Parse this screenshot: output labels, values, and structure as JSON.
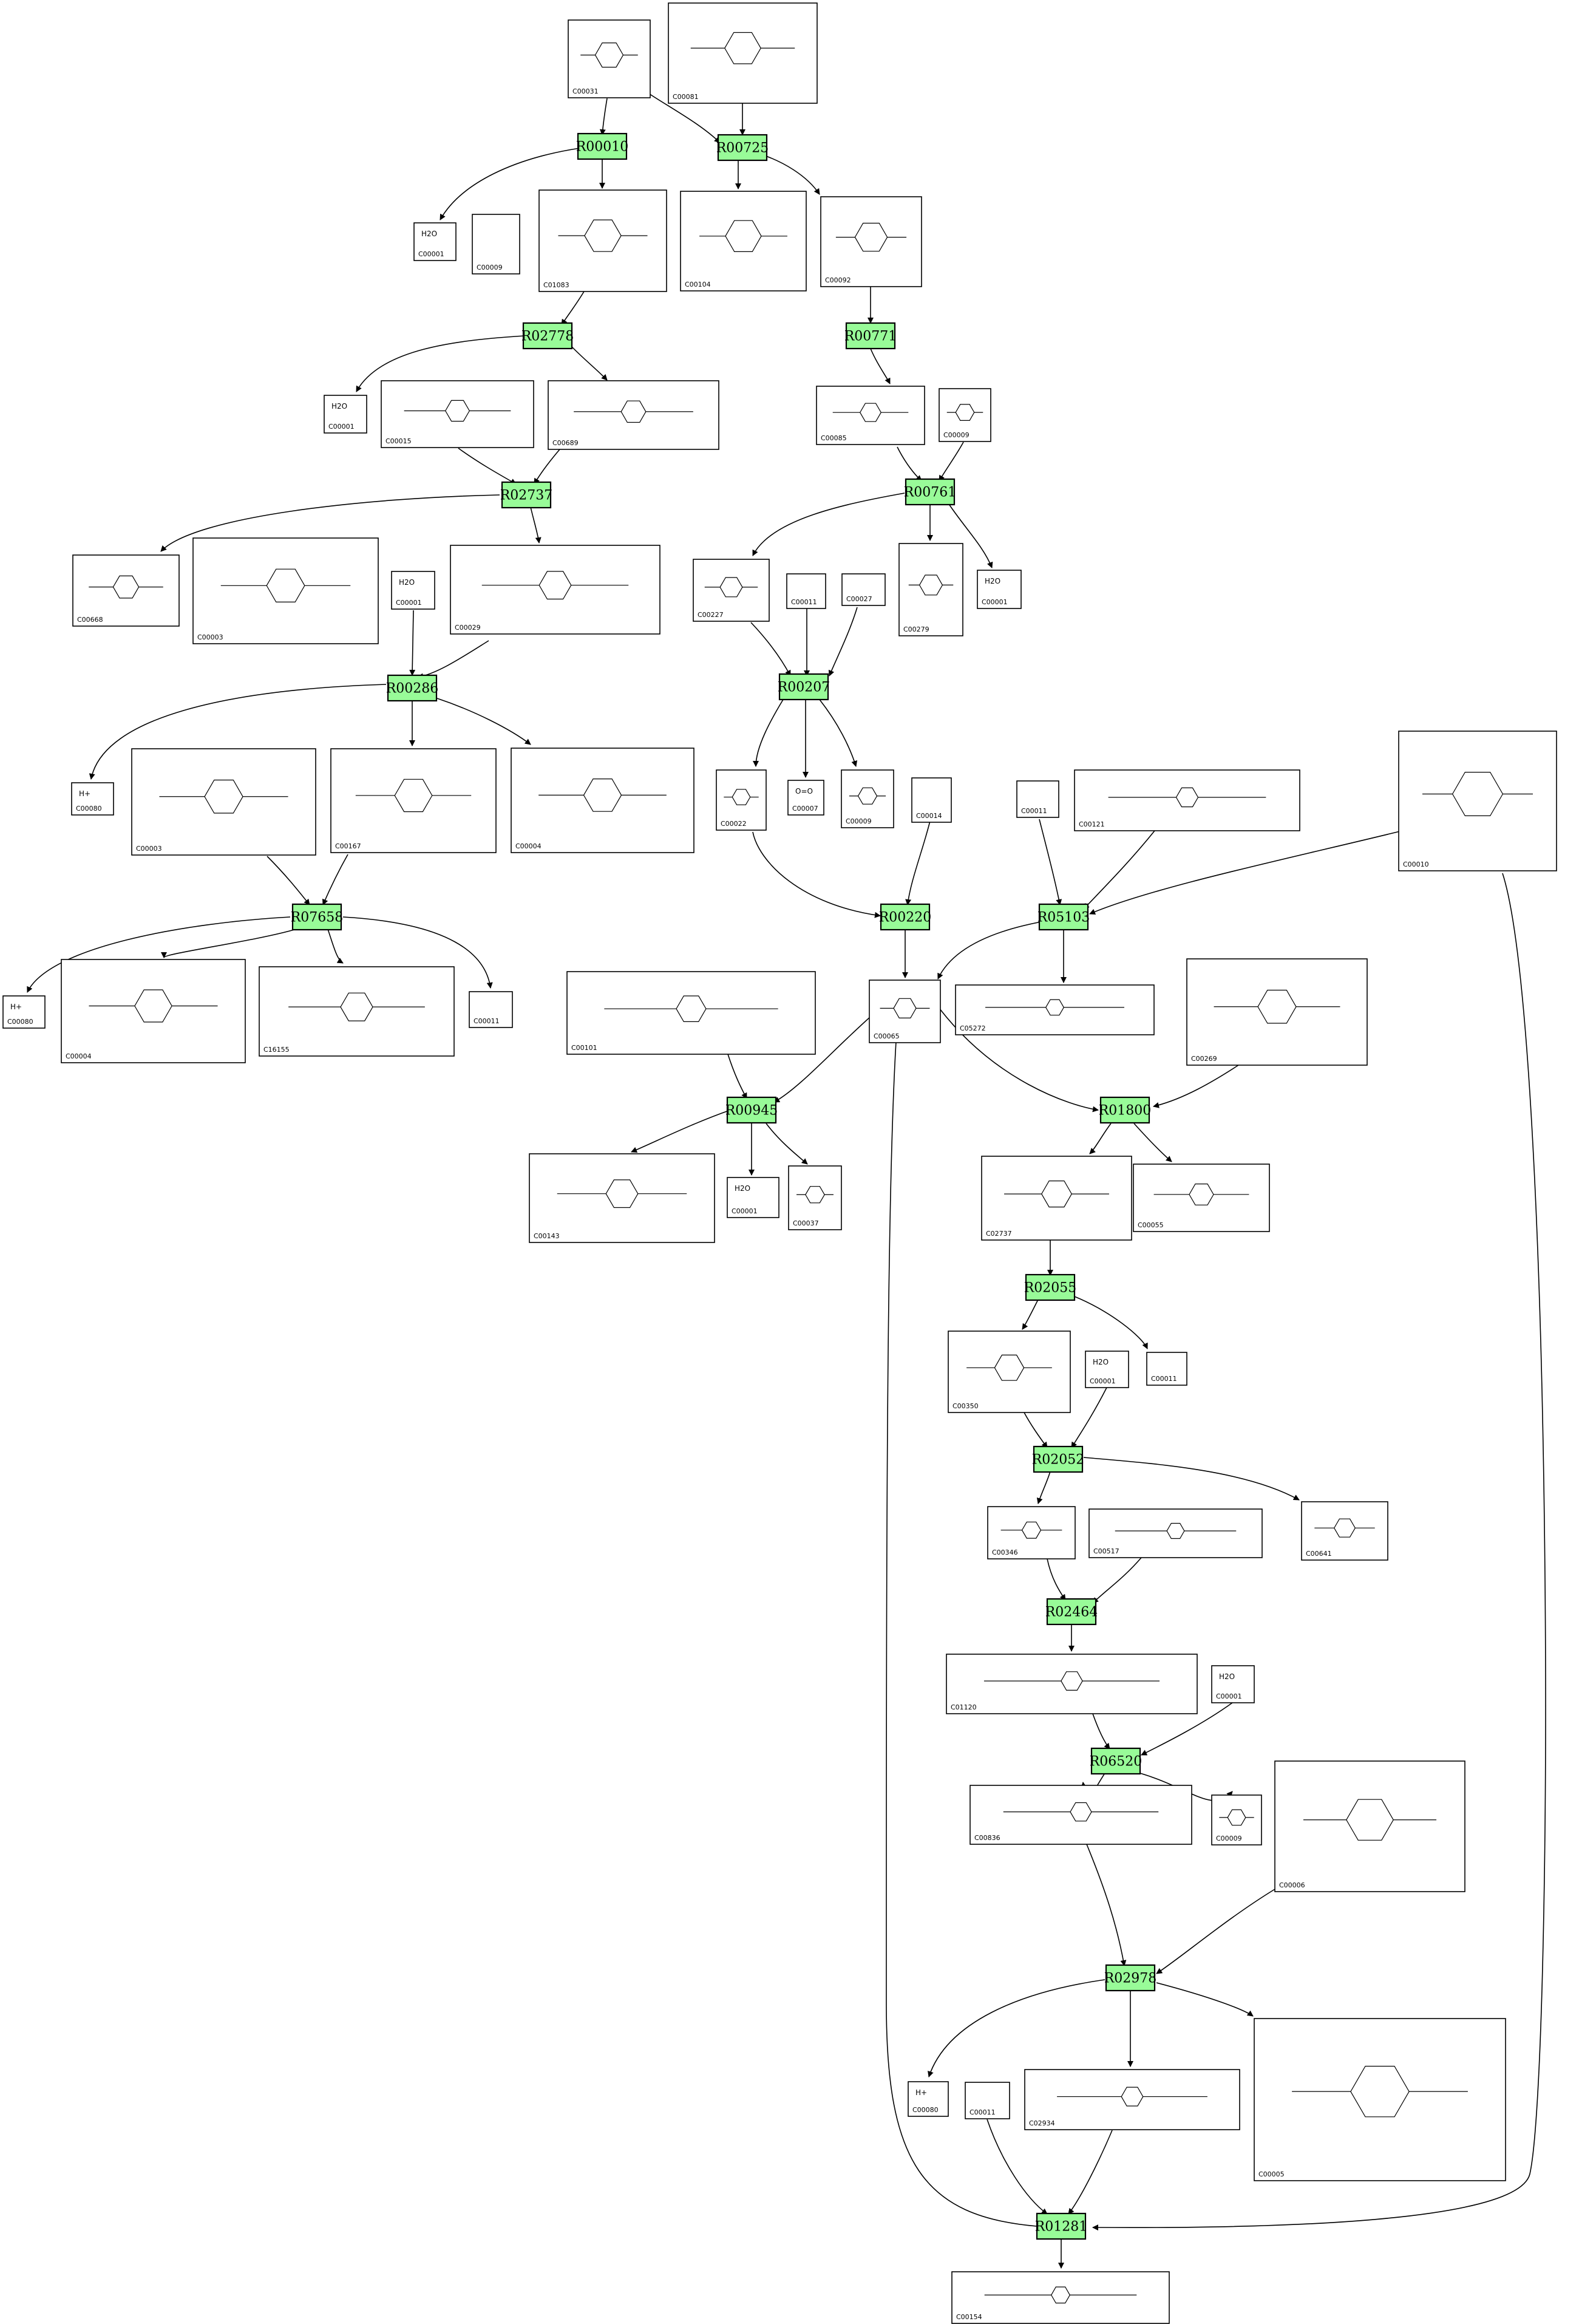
{
  "reactions": [
    {
      "id": "R00010",
      "color": "#98fb98"
    },
    {
      "id": "R00725",
      "color": "#98fb98"
    },
    {
      "id": "R02778",
      "color": "#98fb98"
    },
    {
      "id": "R00771",
      "color": "#98fb98"
    },
    {
      "id": "R02737",
      "color": "#98fb98"
    },
    {
      "id": "R00761",
      "color": "#98fb98"
    },
    {
      "id": "R00286",
      "color": "#98fb98"
    },
    {
      "id": "R00207",
      "color": "#98fb98"
    },
    {
      "id": "R00220",
      "color": "#98fb98"
    },
    {
      "id": "R05103",
      "color": "#add8e6"
    },
    {
      "id": "R07658",
      "color": "#98fb98"
    },
    {
      "id": "R00945",
      "color": "#98fb98"
    },
    {
      "id": "R01800",
      "color": "#98fb98"
    },
    {
      "id": "R02055",
      "color": "#98fb98"
    },
    {
      "id": "R02052",
      "color": "#98fb98"
    },
    {
      "id": "R02464",
      "color": "#98fb98"
    },
    {
      "id": "R06520",
      "color": "#98fb98"
    },
    {
      "id": "R02978",
      "color": "#98fb98"
    },
    {
      "id": "R01281",
      "color": "#98fb98"
    }
  ],
  "compounds": [
    {
      "id": "C00031"
    },
    {
      "id": "C00081"
    },
    {
      "id": "C00001",
      "name": "H2O"
    },
    {
      "id": "C00009"
    },
    {
      "id": "C01083"
    },
    {
      "id": "C00104"
    },
    {
      "id": "C00092"
    },
    {
      "id": "C00001",
      "name": "H2O"
    },
    {
      "id": "C00015"
    },
    {
      "id": "C00689"
    },
    {
      "id": "C00085"
    },
    {
      "id": "C00009"
    },
    {
      "id": "C00668"
    },
    {
      "id": "C00003"
    },
    {
      "id": "C00001",
      "name": "H2O"
    },
    {
      "id": "C00029"
    },
    {
      "id": "C00227"
    },
    {
      "id": "C00011"
    },
    {
      "id": "C00027"
    },
    {
      "id": "C00279"
    },
    {
      "id": "C00001",
      "name": "H2O"
    },
    {
      "id": "C00080",
      "name": "H+"
    },
    {
      "id": "C00003"
    },
    {
      "id": "C00167"
    },
    {
      "id": "C00004"
    },
    {
      "id": "C00022"
    },
    {
      "id": "C00007",
      "name": "O=O"
    },
    {
      "id": "C00009"
    },
    {
      "id": "C00014"
    },
    {
      "id": "C00011"
    },
    {
      "id": "C00121"
    },
    {
      "id": "C00010"
    },
    {
      "id": "C00080",
      "name": "H+"
    },
    {
      "id": "C00004"
    },
    {
      "id": "C16155"
    },
    {
      "id": "C00011"
    },
    {
      "id": "C00101"
    },
    {
      "id": "C00065"
    },
    {
      "id": "C05272"
    },
    {
      "id": "C00269"
    },
    {
      "id": "C00143"
    },
    {
      "id": "C00001",
      "name": "H2O"
    },
    {
      "id": "C00037"
    },
    {
      "id": "C02737"
    },
    {
      "id": "C00055"
    },
    {
      "id": "C00350"
    },
    {
      "id": "C00001",
      "name": "H2O"
    },
    {
      "id": "C00011"
    },
    {
      "id": "C00346"
    },
    {
      "id": "C00517"
    },
    {
      "id": "C00641"
    },
    {
      "id": "C01120"
    },
    {
      "id": "C00001",
      "name": "H2O"
    },
    {
      "id": "C00836"
    },
    {
      "id": "C00009"
    },
    {
      "id": "C00006"
    },
    {
      "id": "C00080",
      "name": "H+"
    },
    {
      "id": "C00011"
    },
    {
      "id": "C02934"
    },
    {
      "id": "C00005"
    },
    {
      "id": "C00154"
    }
  ]
}
